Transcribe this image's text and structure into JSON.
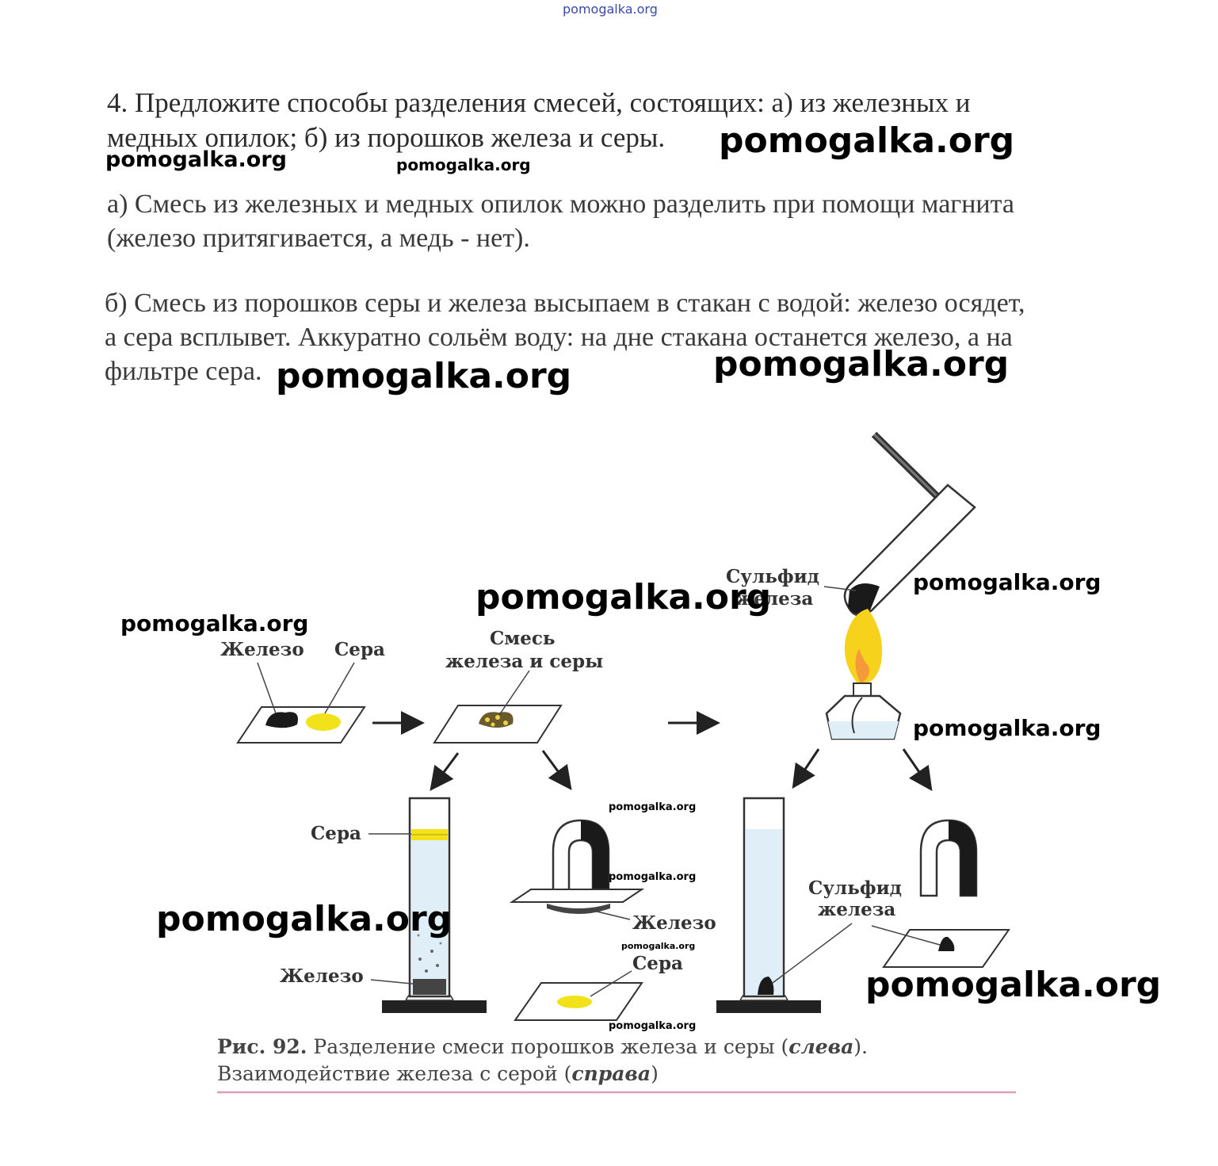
{
  "site_top": "pomogalka.org",
  "question": {
    "line1": "4. Предложите способы разделения смесей, состоящих: а) из железных и",
    "line2": "медных опилок; б) из порошков железа и серы."
  },
  "answer_a": {
    "line1": "а) Смесь из железных и медных опилок можно разделить при помощи магнита",
    "line2": "(железо притягивается, а медь - нет)."
  },
  "answer_b": {
    "line1": "б) Смесь из порошков серы и железа высыпаем в стакан с водой: железо осядет,",
    "line2": "а сера всплывет. Аккуратно сольём воду: на дне стакана останется железо, а на",
    "line3": "фильтре сера."
  },
  "watermark": "pomogalka.org",
  "figure": {
    "labels": {
      "iron": "Железо",
      "sulfur": "Сера",
      "mixture_l1": "Смесь",
      "mixture_l2": "железа и серы",
      "sulfide_l1": "Сульфид",
      "sulfide_l2": "железа",
      "cyl_sulfur": "Сера",
      "cyl_iron": "Железо",
      "magnet_iron": "Железо",
      "magnet_sulfur": "Сера",
      "sulfide2_l1": "Сульфид",
      "sulfide2_l2": "железа"
    },
    "caption": {
      "num": "Рис. 92.",
      "l1_text": " Разделение смеси порошков железа и серы (",
      "l1_it": "слева",
      "l1_end": ").",
      "l2_text": "Взаимодействие железа с серой (",
      "l2_it": "справа",
      "l2_end": ")"
    }
  },
  "colors": {
    "sulfur": "#f2e21a",
    "iron": "#1a1a1a",
    "water": "#dfeef7",
    "flame": "#f7d21c",
    "caption_rule": "#d9a0b8"
  }
}
